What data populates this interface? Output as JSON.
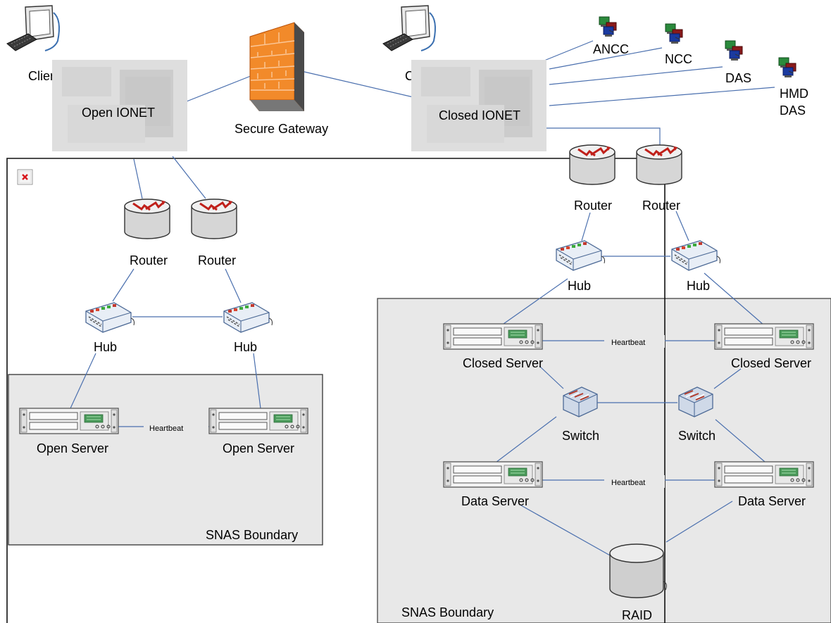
{
  "nodes": {
    "client_open": "Client",
    "client_closed": "Client",
    "open_ionet": "Open IONET",
    "closed_ionet": "Closed IONET",
    "secure_gateway": "Secure Gateway",
    "ancc": "ANCC",
    "ncc": "NCC",
    "das": "DAS",
    "hmd_das_line1": "HMD",
    "hmd_das_line2": "DAS",
    "router": "Router",
    "hub": "Hub",
    "switch": "Switch",
    "open_server": "Open Server",
    "closed_server": "Closed Server",
    "data_server": "Data Server",
    "raid": "RAID",
    "heartbeat": "Heartbeat",
    "snas_boundary": "SNAS Boundary"
  },
  "icons": {
    "broken_image": "broken-image-icon",
    "firewall": "firewall-icon",
    "router": "router-icon",
    "hub": "hub-icon",
    "switch": "switch-icon",
    "server": "server-icon",
    "workstation": "workstation-icon",
    "computer_group": "networked-computers-icon",
    "disk": "raid-disk-icon"
  },
  "colors": {
    "link": "#4a6fae",
    "boundary_fill": "#e8e8e8",
    "ionet_fill": "#dcdcdc",
    "firewall": "#f07a1e",
    "router_arrow": "#c0201a",
    "broken_image_x": "#d8141a"
  }
}
